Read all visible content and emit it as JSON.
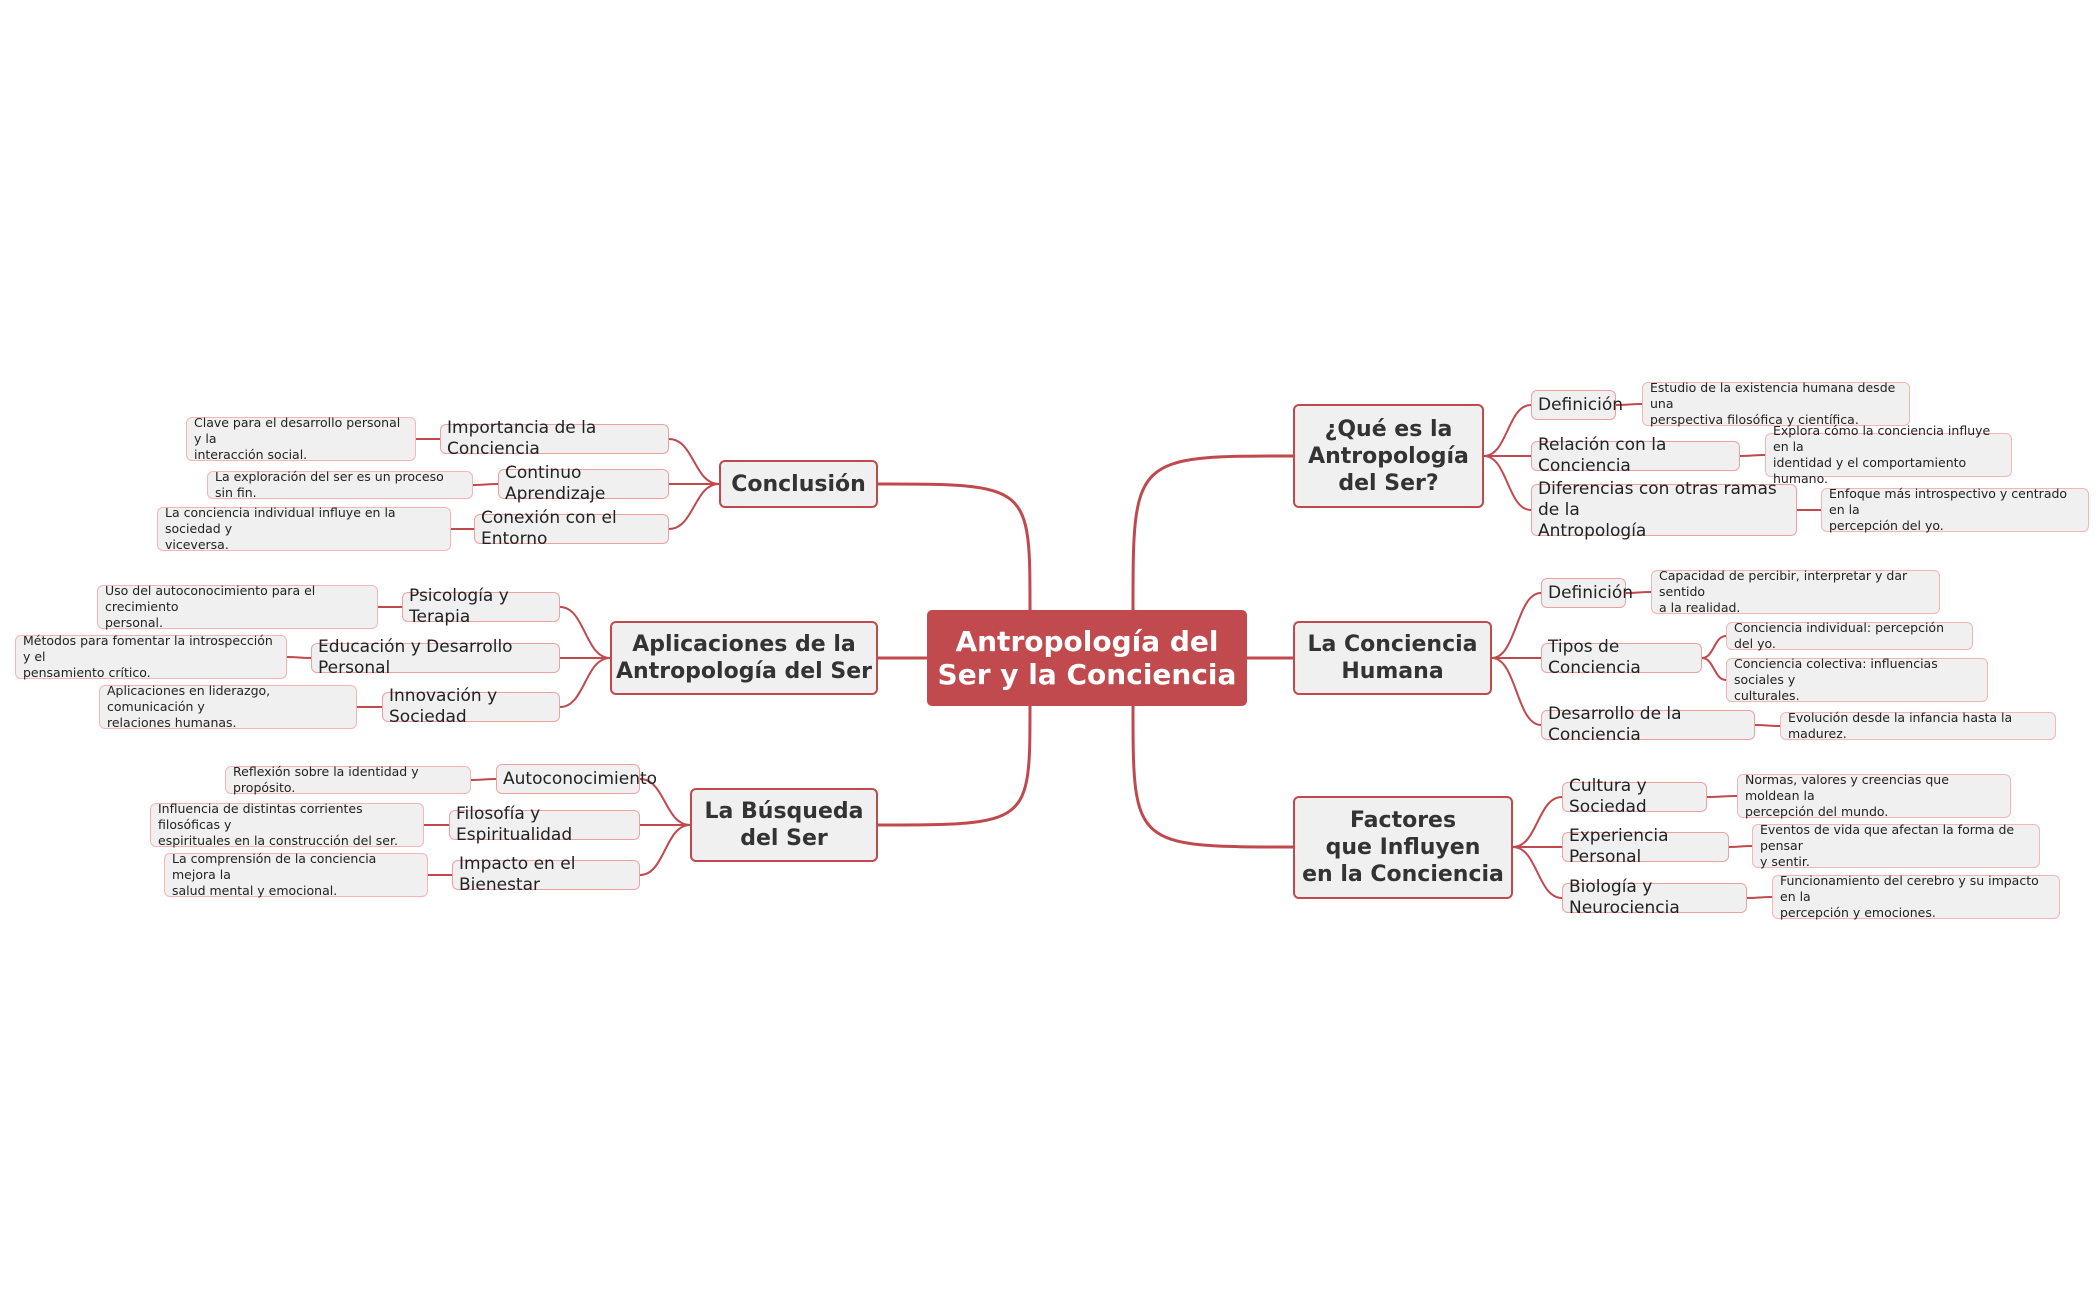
{
  "diagram": {
    "type": "mind-map",
    "link_color": "#c0494e",
    "root_color": "#c04a4d",
    "topic_fill": "#f0f0f0",
    "root": {
      "text": "Antropología del\nSer y la Conciencia"
    },
    "branches": {
      "que_es": {
        "text": "¿Qué es la\nAntropología\ndel Ser?",
        "children": [
          {
            "text": "Definición",
            "note": "Estudio de la existencia humana desde una\nperspectiva filosófica y científica."
          },
          {
            "text": "Relación con la Conciencia",
            "note": "Explora cómo la conciencia influye en la\nidentidad y el comportamiento humano."
          },
          {
            "text": "Diferencias con otras ramas de la\nAntropología",
            "note": "Enfoque más introspectivo y centrado en la\npercepción del yo."
          }
        ]
      },
      "conciencia": {
        "text": "La Conciencia\nHumana",
        "children": [
          {
            "text": "Definición",
            "note": "Capacidad de percibir, interpretar y dar sentido\na la realidad."
          },
          {
            "text": "Tipos de Conciencia",
            "notes": [
              "Conciencia individual: percepción del yo.",
              "Conciencia colectiva: influencias sociales y\nculturales."
            ]
          },
          {
            "text": "Desarrollo de la Conciencia",
            "note": "Evolución desde la infancia hasta la madurez."
          }
        ]
      },
      "factores": {
        "text": "Factores\nque Influyen\nen la Conciencia",
        "children": [
          {
            "text": "Cultura y Sociedad",
            "note": "Normas, valores y creencias que moldean la\npercepción del mundo."
          },
          {
            "text": "Experiencia Personal",
            "note": "Eventos de vida que afectan la forma de pensar\ny sentir."
          },
          {
            "text": "Biología y Neurociencia",
            "note": "Funcionamiento del cerebro y su impacto en la\npercepción y emociones."
          }
        ]
      },
      "conclusion": {
        "text": "Conclusión",
        "children": [
          {
            "text": "Importancia de la Conciencia",
            "note": "Clave para el desarrollo personal y la\ninteracción social."
          },
          {
            "text": "Continuo Aprendizaje",
            "note": "La exploración del ser es un proceso sin fin."
          },
          {
            "text": "Conexión con el Entorno",
            "note": "La conciencia individual influye en la sociedad y\nviceversa."
          }
        ]
      },
      "aplicaciones": {
        "text": "Aplicaciones de la\nAntropología del Ser",
        "children": [
          {
            "text": "Psicología y Terapia",
            "note": "Uso del autoconocimiento para el crecimiento\npersonal."
          },
          {
            "text": "Educación y Desarrollo Personal",
            "note": "Métodos para fomentar la introspección y el\npensamiento crítico."
          },
          {
            "text": "Innovación y Sociedad",
            "note": "Aplicaciones en liderazgo, comunicación y\nrelaciones humanas."
          }
        ]
      },
      "busqueda": {
        "text": "La Búsqueda\ndel Ser",
        "children": [
          {
            "text": "Autoconocimiento",
            "note": "Reflexión sobre la identidad y propósito."
          },
          {
            "text": "Filosofía y Espiritualidad",
            "note": "Influencia de distintas corrientes filosóficas y\nespirituales en la construcción del ser."
          },
          {
            "text": "Impacto en el Bienestar",
            "note": "La comprensión de la conciencia mejora la\nsalud mental y emocional."
          }
        ]
      }
    }
  }
}
